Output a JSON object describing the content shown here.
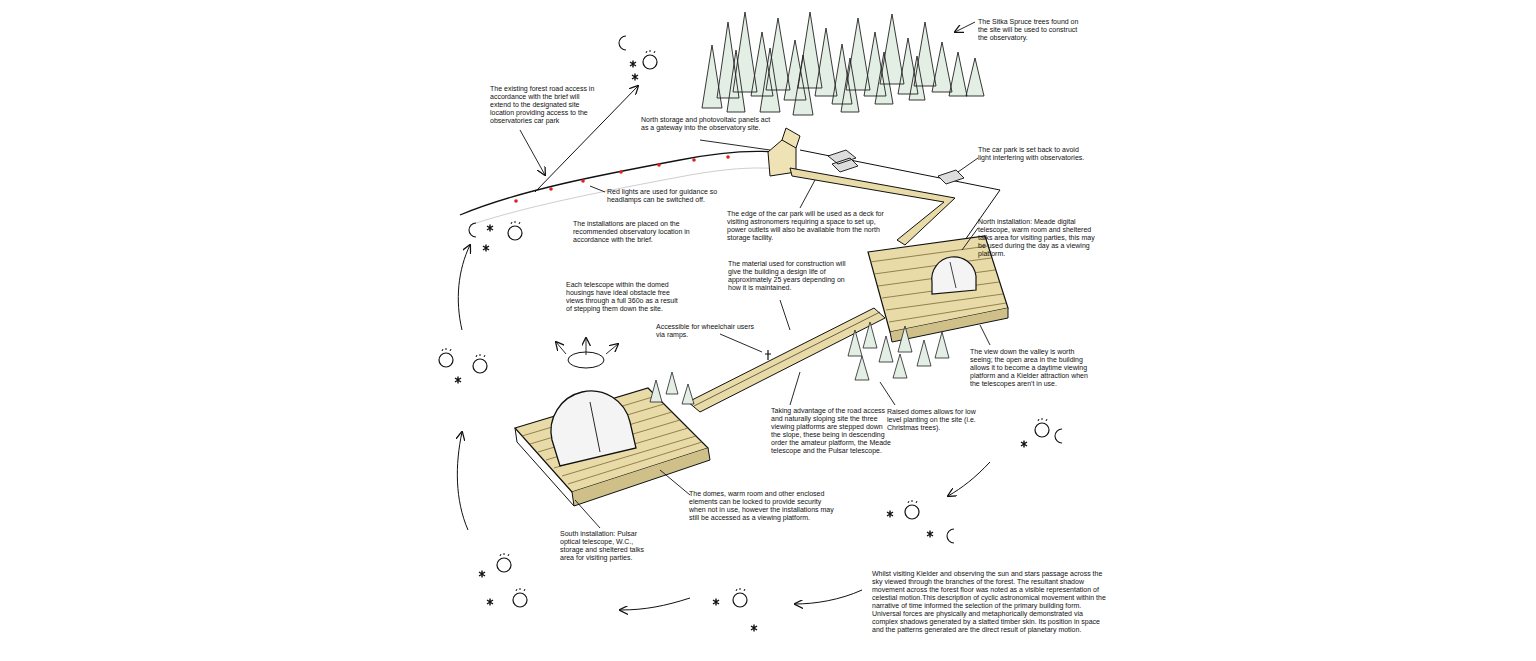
{
  "diagram": {
    "labels": [
      "The Sitka Spruce trees found on the site will be used to construct the observatory.",
      "The existing forest road access in accordance with the brief will extend to the designated site location providing access to the observatories car park",
      "North storage and photovoltaic panels act as a gateway into the observatory site.",
      "The car park is set back to avoid light interfering with observatories.",
      "Red lights are used for guidance so headlamps can be switched off.",
      "The installations are placed on the recommended observatory location in accordance with the brief.",
      "The edge of the car park will be used as a deck for visiting astronomers requiring a space to set up, power outlets will also be available from the north storage facility.",
      "North installation: Meade digital telescope, warm room and sheltered talks area for visiting parties, this may be used during the day as a viewing platform.",
      "Each telescope within the domed housings have ideal obstacle free views through a full 360o as a result of stepping them down the site.",
      "The material used for construction will give the building a design life of approximately 25 years depending on how it is maintained.",
      "Accessible for wheelchair users via ramps.",
      "The view down the valley is worth seeing; the open area in the building allows it to become a daytime viewing platform and a Kielder attraction when the telescopes aren't in use.",
      "Taking advantage of the road access and naturally sloping site the three viewing platforms are stepped down the slope, these being in descending order the amateur platform, the Meade telescope and the Pulsar telescope.",
      "Raised domes allows for low level planting on the site (i.e. Christmas trees).",
      "The domes, warm room and other enclosed elements can be locked to provide security when not in use, however the installations may still be accessed as a viewing platform.",
      "South installation: Pulsar optical telescope, W.C., storage and sheltered talks area for visiting parties.",
      "Whilst visiting Kielder and observing the sun and stars passage across the sky viewed through the branches of the forest. The resultant shadow movement across the forest floor was noted as a visible representation of celestial motion.This description of cyclic astronomical movement within the narrative of time informed the selection of the primary building form. Universal forces are physically and metaphorically demonstrated via complex shadows generated by a slatted timber skin. Its position in space and the patterns generated are the direct result of planetary motion."
    ]
  }
}
